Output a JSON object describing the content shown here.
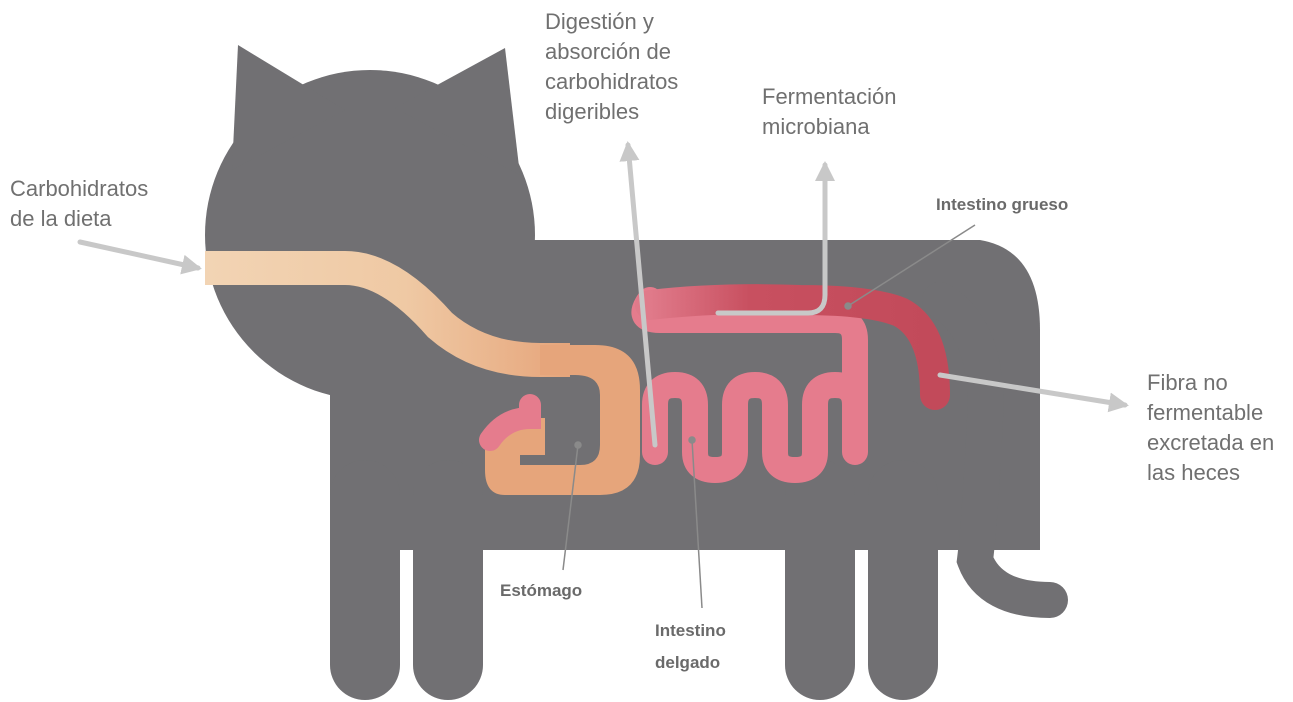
{
  "colors": {
    "body": "#717073",
    "esophagus": "#f0d0b0",
    "stomach": "#e6a57b",
    "small_intestine": "#e57c8d",
    "large_intestine": "#c85060",
    "arrow": "#c8c8c8",
    "label_text": "#707070"
  },
  "labels": {
    "dietary_carbs": [
      "Carbohidratos",
      "de la dieta"
    ],
    "digestion": [
      "Digestión y",
      "absorción de",
      "carbohidratos",
      "digeribles"
    ],
    "fermentation": [
      "Fermentación",
      "microbiana"
    ],
    "fiber": [
      "Fibra no",
      "fermentable",
      "excretada en",
      "las heces"
    ],
    "large_intestine": "Intestino grueso",
    "stomach": "Estómago",
    "small_intestine": [
      "Intestino",
      "delgado"
    ]
  }
}
